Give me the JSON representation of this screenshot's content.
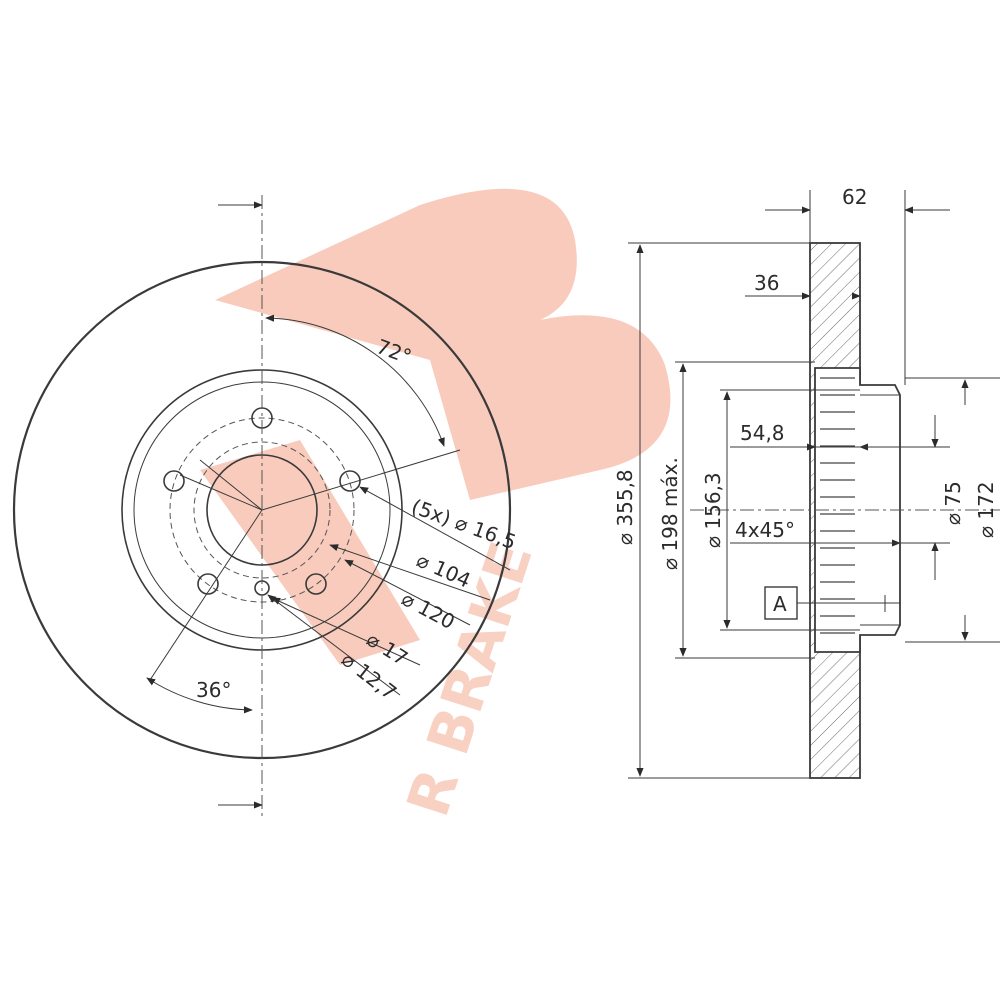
{
  "watermark": {
    "brand_text": "R BRAKE",
    "color": "#f5b9a5"
  },
  "front_view": {
    "angle_top": "72°",
    "angle_bottom": "36°",
    "bolt_holes": "(5x) ⌀ 16,5",
    "bolt_circle": "⌀ 104",
    "centering_ring": "⌀ 120",
    "hole_d1": "⌀ 17",
    "hole_d2": "⌀ 12,7"
  },
  "side_view": {
    "total_height": "62",
    "disc_thickness": "36",
    "offset": "54,8",
    "outer_diameter": "⌀ 355,8",
    "max_inner": "⌀ 198 máx.",
    "hat_diameter": "⌀ 156,3",
    "chamfer": "4x45°",
    "bore": "⌀ 75",
    "hub_diameter": "⌀ 172",
    "datum": "A"
  }
}
